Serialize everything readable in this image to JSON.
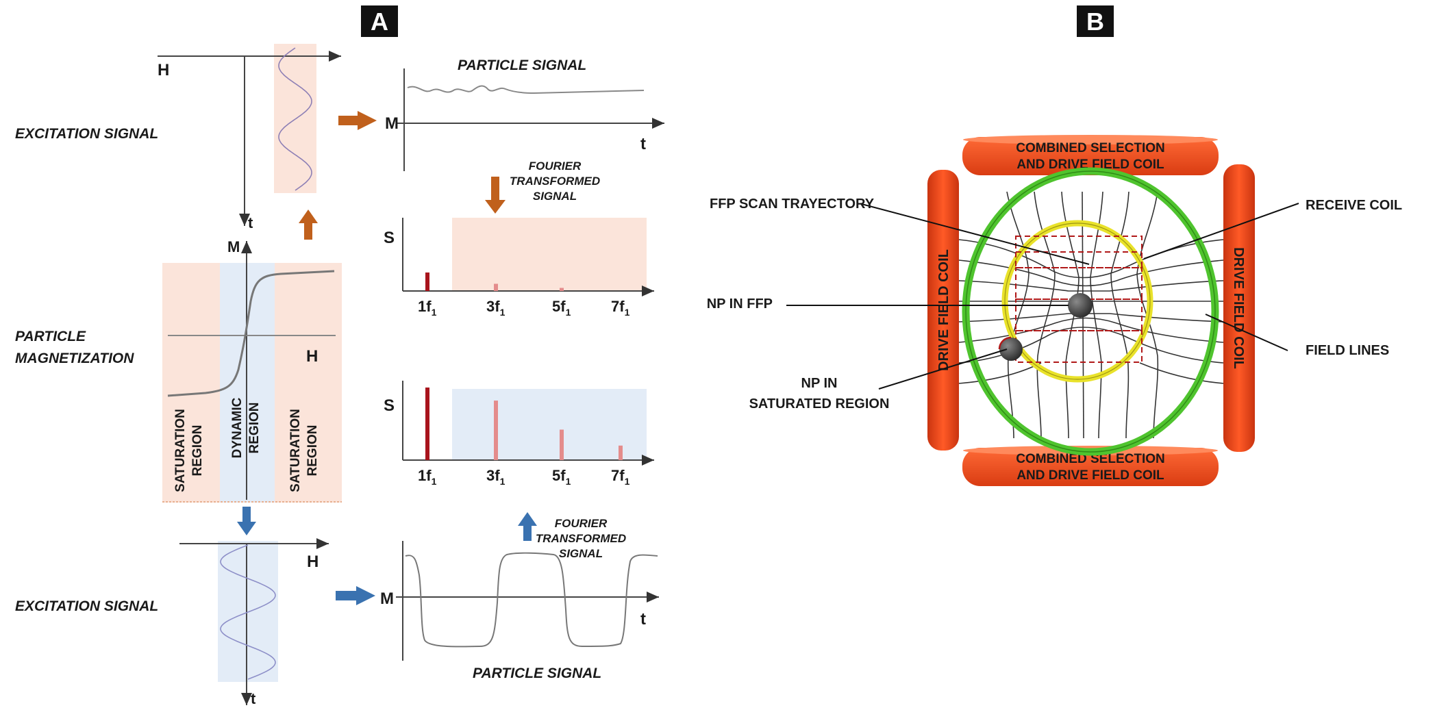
{
  "panel_a": {
    "badge": "A",
    "top_excitation": {
      "axis_h": "H",
      "axis_t": "t",
      "label": "EXCITATION SIGNAL"
    },
    "top_particle_signal": {
      "title": "PARTICLE SIGNAL",
      "axis_m": "M",
      "axis_t": "t"
    },
    "top_fourier": {
      "line1": "FOURIER",
      "line2": "TRANSFORMED",
      "line3": "SIGNAL"
    },
    "top_spectrum": {
      "axis_s": "S",
      "ticks": [
        "1f",
        "3f",
        "5f",
        "7f"
      ],
      "subscript": "1",
      "harmonics": [
        0.18,
        0.07,
        0.03,
        0
      ]
    },
    "magnetization": {
      "axis_m": "M",
      "axis_h": "H",
      "label1": "PARTICLE",
      "label2": "MAGNETIZATION",
      "region_left1": "SATURATION",
      "region_left2": "REGION",
      "region_mid1": "DYNAMIC",
      "region_mid2": "REGION",
      "region_right1": "SATURATION",
      "region_right2": "REGION"
    },
    "bottom_spectrum": {
      "axis_s": "S",
      "ticks": [
        "1f",
        "3f",
        "5f",
        "7f"
      ],
      "subscript": "1",
      "harmonics": [
        1.0,
        0.82,
        0.42,
        0.2
      ]
    },
    "bottom_fourier": {
      "line1": "FOURIER",
      "line2": "TRANSFORMED",
      "line3": "SIGNAL"
    },
    "bottom_excitation": {
      "axis_h": "H",
      "axis_t": "t",
      "label": "EXCITATION SIGNAL"
    },
    "bottom_particle_signal": {
      "title": "PARTICLE SIGNAL",
      "axis_m": "M",
      "axis_t": "t"
    }
  },
  "panel_b": {
    "badge": "B",
    "coil_top1": "COMBINED SELECTION",
    "coil_top2": "AND DRIVE FIELD COIL",
    "coil_bottom1": "COMBINED SELECTION",
    "coil_bottom2": "AND DRIVE FIELD COIL",
    "coil_left": "DRIVE FIELD COIL",
    "coil_right": "DRIVE FIELD COIL",
    "label_ffp_scan": "FFP SCAN TRAYECTORY",
    "label_np_ffp": "NP IN FFP",
    "label_np_sat1": "NP IN",
    "label_np_sat2": "SATURATED REGION",
    "label_receive": "RECEIVE COIL",
    "label_field_lines": "FIELD LINES"
  },
  "colors": {
    "orange_arrow": "#c0601c",
    "blue_arrow": "#3a72b0",
    "salmon_bg": "#fbe4da",
    "blue_bg": "#e3ecf7",
    "coil_red": "#f04a1a",
    "spectrum_dark": "#a8141c",
    "spectrum_light": "#e48c8c",
    "green_ring": "#4fc42e",
    "yellow_ring": "#e9e22a"
  }
}
